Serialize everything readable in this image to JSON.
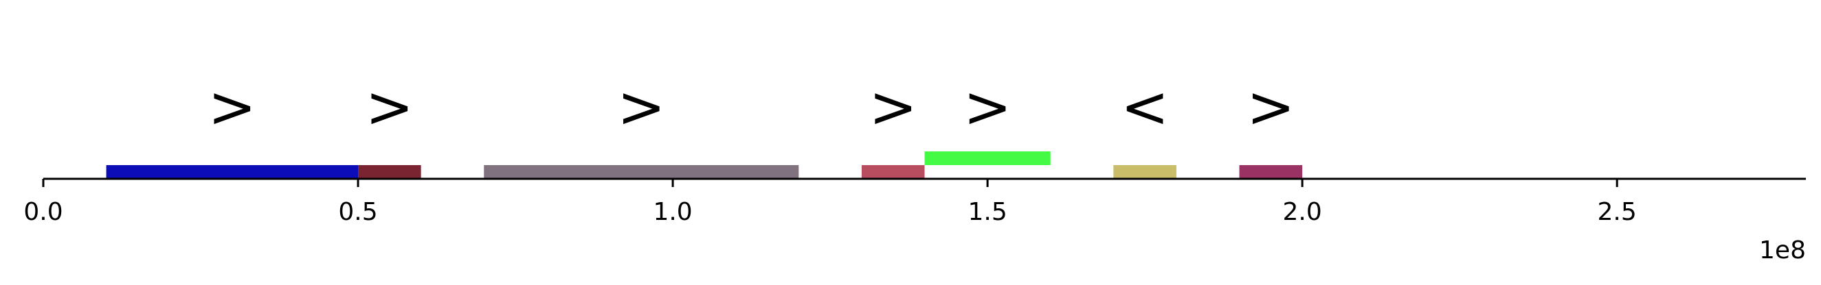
{
  "chart_data": {
    "type": "bar",
    "title": "",
    "xlabel": "",
    "ylabel": "",
    "xlim": [
      0,
      280000000
    ],
    "xticks": [
      0,
      50000000,
      100000000,
      150000000,
      200000000,
      250000000
    ],
    "xtick_labels": [
      "0.0",
      "0.5",
      "1.0",
      "1.5",
      "2.0",
      "2.5"
    ],
    "x_offset_label": "1e8",
    "grid": false,
    "legend": "none",
    "segments": [
      {
        "start": 10000000,
        "end": 50000000,
        "row": 0,
        "color": "#0d0db8",
        "strand": ">"
      },
      {
        "start": 50000000,
        "end": 60000000,
        "row": 0,
        "color": "#7a2432",
        "strand": ">"
      },
      {
        "start": 70000000,
        "end": 120000000,
        "row": 0,
        "color": "#80727e",
        "strand": ">"
      },
      {
        "start": 130000000,
        "end": 140000000,
        "row": 0,
        "color": "#b84d60",
        "strand": ">"
      },
      {
        "start": 140000000,
        "end": 160000000,
        "row": 1,
        "color": "#44fa44",
        "strand": ">"
      },
      {
        "start": 170000000,
        "end": 180000000,
        "row": 0,
        "color": "#c9bd6a",
        "strand": "<"
      },
      {
        "start": 190000000,
        "end": 200000000,
        "row": 0,
        "color": "#9a3364",
        "strand": ">"
      }
    ],
    "strand_markers": [
      {
        "x": 30000000,
        "symbol": ">"
      },
      {
        "x": 55000000,
        "symbol": ">"
      },
      {
        "x": 95000000,
        "symbol": ">"
      },
      {
        "x": 135000000,
        "symbol": ">"
      },
      {
        "x": 150000000,
        "symbol": ">"
      },
      {
        "x": 175000000,
        "symbol": "<"
      },
      {
        "x": 195000000,
        "symbol": ">"
      }
    ]
  }
}
